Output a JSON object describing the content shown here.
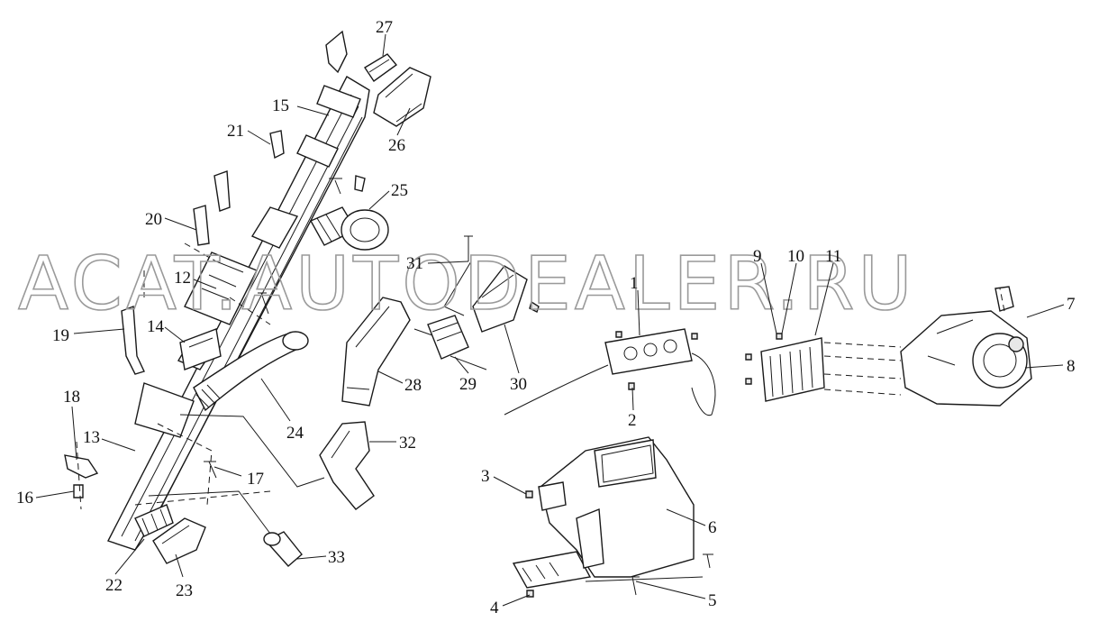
{
  "watermark": "ACAT.AUTODEALER.RU",
  "callouts": [
    "1",
    "2",
    "3",
    "4",
    "5",
    "6",
    "7",
    "8",
    "9",
    "10",
    "11",
    "12",
    "13",
    "14",
    "15",
    "16",
    "17",
    "18",
    "19",
    "20",
    "21",
    "22",
    "23",
    "24",
    "25",
    "26",
    "27",
    "28",
    "29",
    "30",
    "31",
    "32",
    "33"
  ]
}
